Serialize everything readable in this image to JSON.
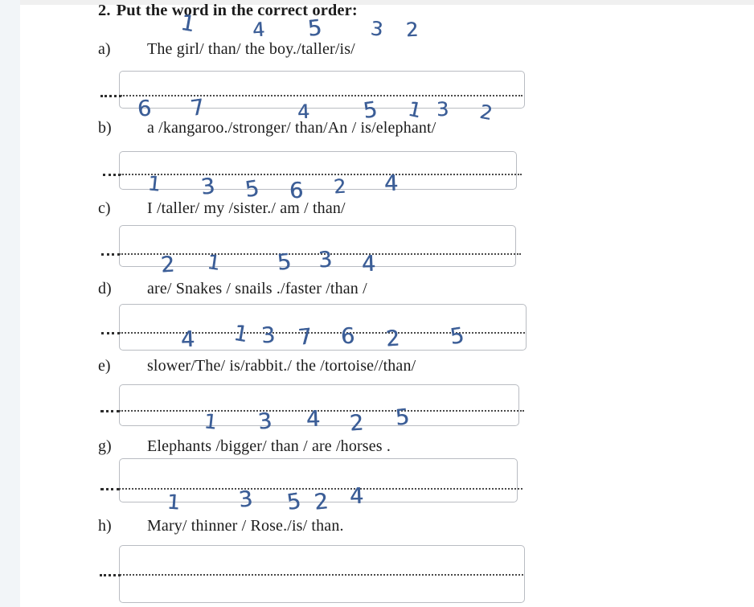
{
  "document": {
    "type": "worksheet-scan",
    "exercise_number": "2.",
    "instruction": "Put the word in the correct order:",
    "ink_color": "#3c5e97",
    "box_border_color": "#b9bcc2",
    "rule_color": "#4a4a4a",
    "left_strip_color": "#f2f5f8"
  },
  "questions": [
    {
      "label": "a)",
      "text": "The girl/ than/ the boy./taller/is/",
      "annotations": [
        "1",
        "4",
        "5",
        "3",
        "2"
      ],
      "answer_value": ""
    },
    {
      "label": "b)",
      "text": "a /kangaroo./stronger/ than/An / is/elephant/",
      "annotations": [
        "6",
        "7",
        "4",
        "5",
        "1",
        "3",
        "2"
      ],
      "answer_value": ""
    },
    {
      "label": "c)",
      "text": "I /taller/ my /sister./ am / than/",
      "annotations": [
        "1",
        "3",
        "5",
        "6",
        "2",
        "4"
      ],
      "answer_value": ""
    },
    {
      "label": "d)",
      "text": "are/ Snakes / snails ./faster /than /",
      "annotations": [
        "2",
        "1",
        "5",
        "3",
        "4"
      ],
      "answer_value": ""
    },
    {
      "label": "e)",
      "text": "slower/The/ is/rabbit./ the /tortoise//than/",
      "annotations": [
        "4",
        "1",
        "3",
        "7",
        "6",
        "2",
        "5"
      ],
      "answer_value": ""
    },
    {
      "label": "g)",
      "text": "Elephants /bigger/ than / are /horses .",
      "annotations": [
        "1",
        "3",
        "4",
        "2",
        "5"
      ],
      "answer_value": ""
    },
    {
      "label": "h)",
      "text": "Mary/ thinner / Rose./is/ than.",
      "annotations": [
        "1",
        "3",
        "5",
        "2",
        "4"
      ],
      "answer_value": ""
    }
  ]
}
